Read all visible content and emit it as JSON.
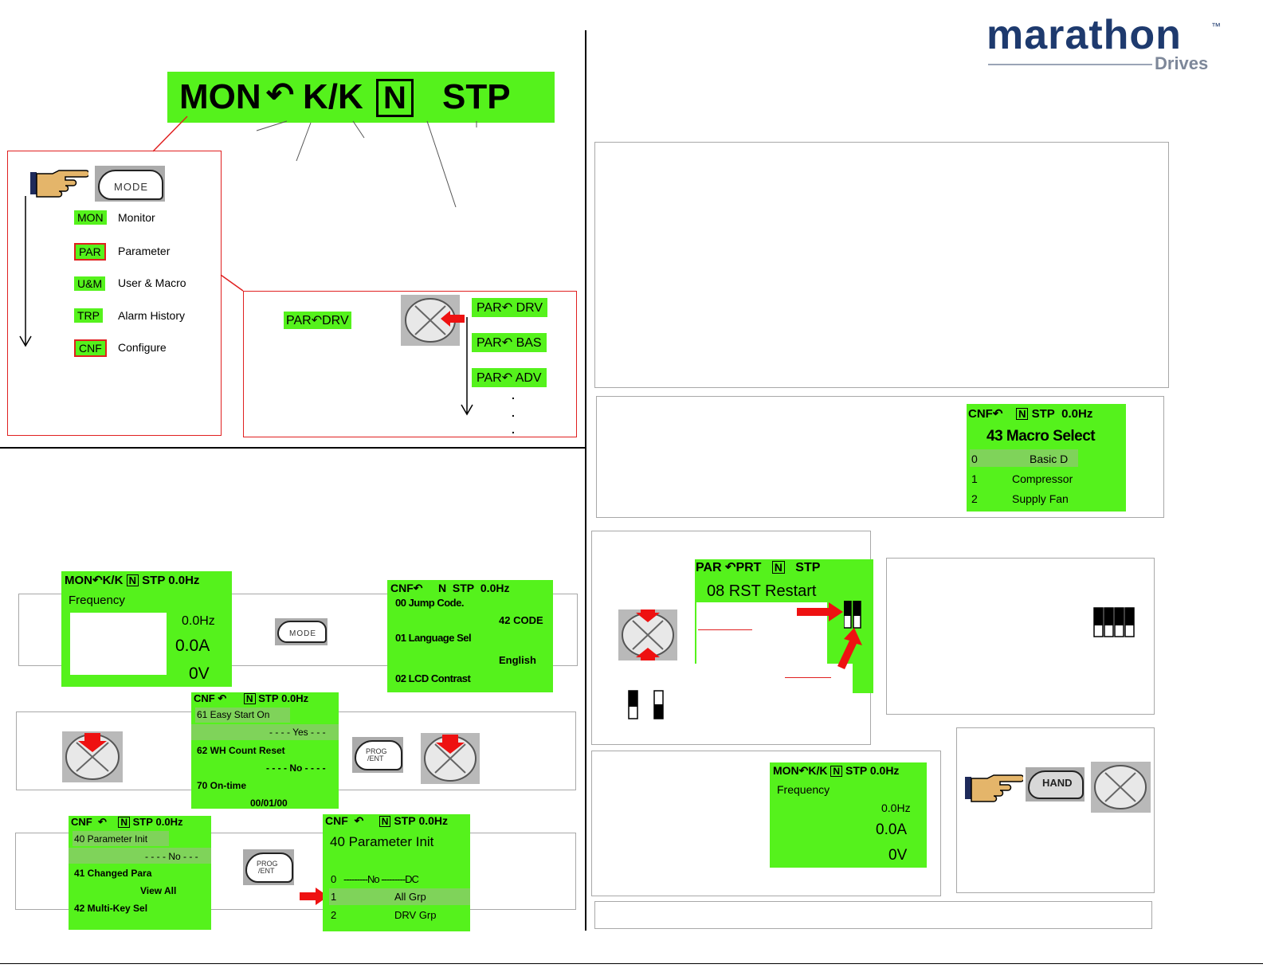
{
  "brand": {
    "name": "marathon",
    "tm": "™",
    "sub": "Drives",
    "color": "#1e3a6e"
  },
  "main_display": {
    "mode": "MON",
    "group": "K/K",
    "mode_indicator": "N",
    "status": "STP"
  },
  "mode_menu": {
    "button": "MODE",
    "items": [
      {
        "code": "MON",
        "label": "Monitor"
      },
      {
        "code": "PAR",
        "label": "Parameter"
      },
      {
        "code": "U&M",
        "label": "User & Macro"
      },
      {
        "code": "TRP",
        "label": "Alarm History"
      },
      {
        "code": "CNF",
        "label": "Configure"
      }
    ]
  },
  "par_groups": {
    "current": "PAR",
    "current_group": "DRV",
    "list": [
      "PAR",
      "PAR",
      "PAR"
    ],
    "list_groups": [
      "DRV",
      "BAS",
      "ADV"
    ],
    "dots": [
      ".",
      ".",
      "."
    ]
  },
  "lcd_monitor": {
    "top": "MON",
    "group": "K/K",
    "n": "N",
    "status": "STP",
    "freq": "0.0Hz",
    "title": "Frequency",
    "v1": "0.0Hz",
    "v2": "0.0A",
    "v3": "0V"
  },
  "mode_button": "MODE",
  "lcd_cnf_jump": {
    "top": "CNF",
    "n": "N",
    "status": "STP",
    "freq": "0.0Hz",
    "line1": "00 Jump Code.",
    "line2": "42 CODE",
    "line3": "01 Language Sel",
    "line4": "English",
    "line5": "02 LCD Contrast"
  },
  "lcd_easy_start": {
    "top": "CNF",
    "n": "N",
    "status": "STP",
    "freq": "0.0Hz",
    "line1": "61 Easy  Start On",
    "line2": "- - - - Yes - - -",
    "line3": "62 WH Count Reset",
    "line4": "- - - - No - - - -",
    "line5": "70 On-time",
    "line6": "00/01/00"
  },
  "prog_button": {
    "line1": "PROG",
    "line2": "/ENT"
  },
  "lcd_param_init_list": {
    "top": "CNF",
    "n": "N",
    "status": "STP",
    "freq": "0.0Hz",
    "line1": "40   Parameter Init",
    "line2": "- - - - No - - -",
    "line3": "41   Changed Para",
    "line4": "View  All",
    "line5": "42   Multi-Key Sel"
  },
  "lcd_param_init_sel": {
    "top": "CNF",
    "n": "N",
    "status": "STP",
    "freq": "0.0Hz",
    "title": "40   Parameter Init",
    "opt0_num": "0",
    "opt0": "---------No ---------DC",
    "opt1_num": "1",
    "opt1": "All Grp",
    "opt2_num": "2",
    "opt2": "DRV Grp"
  },
  "lcd_macro": {
    "top": "CNF",
    "n": "N",
    "status": "STP",
    "freq": "0.0Hz",
    "title": "43 Macro Select",
    "opts": [
      {
        "num": "0",
        "label": "Basic D"
      },
      {
        "num": "1",
        "label": "Compressor"
      },
      {
        "num": "2",
        "label": "Supply Fan"
      }
    ]
  },
  "lcd_rst": {
    "top": "PAR",
    "group": "PRT",
    "n": "N",
    "status": "STP",
    "title": "08 RST Restart"
  },
  "lcd_monitor2": {
    "top": "MON",
    "group": "K/K",
    "n": "N",
    "status": "STP",
    "freq": "0.0Hz",
    "title": "Frequency",
    "v1": "0.0Hz",
    "v2": "0.0A",
    "v3": "0V"
  },
  "hand_button": "HAND",
  "colors": {
    "lcd_green": "#55f21c",
    "accent_red": "#e02020",
    "brand_navy": "#1e3a6e"
  }
}
